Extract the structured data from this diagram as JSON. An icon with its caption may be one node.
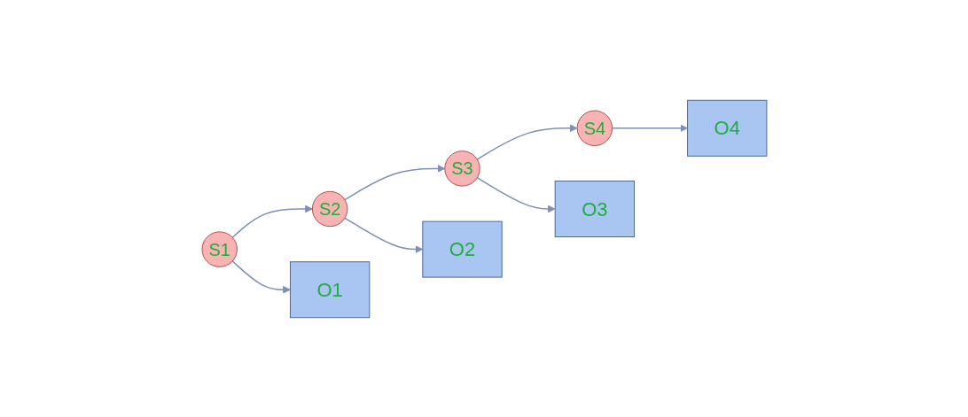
{
  "diagram": {
    "nodes": [
      {
        "text": [
          "S1"
        ]
      },
      {
        "text": [
          "S2"
        ]
      },
      {
        "text": [
          "S3"
        ]
      },
      {
        "text": [
          "S4"
        ]
      },
      {
        "text": [
          "O1"
        ]
      },
      {
        "text": [
          "O2"
        ]
      },
      {
        "text": [
          "O3"
        ]
      },
      {
        "text": [
          "O4"
        ]
      }
    ],
    "edges": [
      {
        "from": 0,
        "to": 1,
        "arrow": "to"
      },
      {
        "from": 1,
        "to": 2,
        "arrow": "to"
      },
      {
        "from": 2,
        "to": 3,
        "arrow": "to"
      },
      {
        "from": 0,
        "to": 4,
        "arrow": "to"
      },
      {
        "from": 1,
        "to": 5,
        "arrow": "to"
      },
      {
        "from": 2,
        "to": 6,
        "arrow": "to"
      },
      {
        "from": 3,
        "to": 7,
        "arrow": "to"
      }
    ]
  }
}
